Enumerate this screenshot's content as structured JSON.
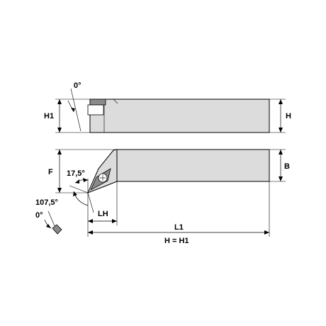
{
  "labels": {
    "h1_side": "H1",
    "angle_top": "0°",
    "h_side": "H",
    "f": "F",
    "b": "B",
    "angle_175": "17,5°",
    "angle_1075": "107,5°",
    "angle_bottom": "0°",
    "lh": "LH",
    "l1": "L1",
    "h_eq_h1": "H = H1"
  }
}
